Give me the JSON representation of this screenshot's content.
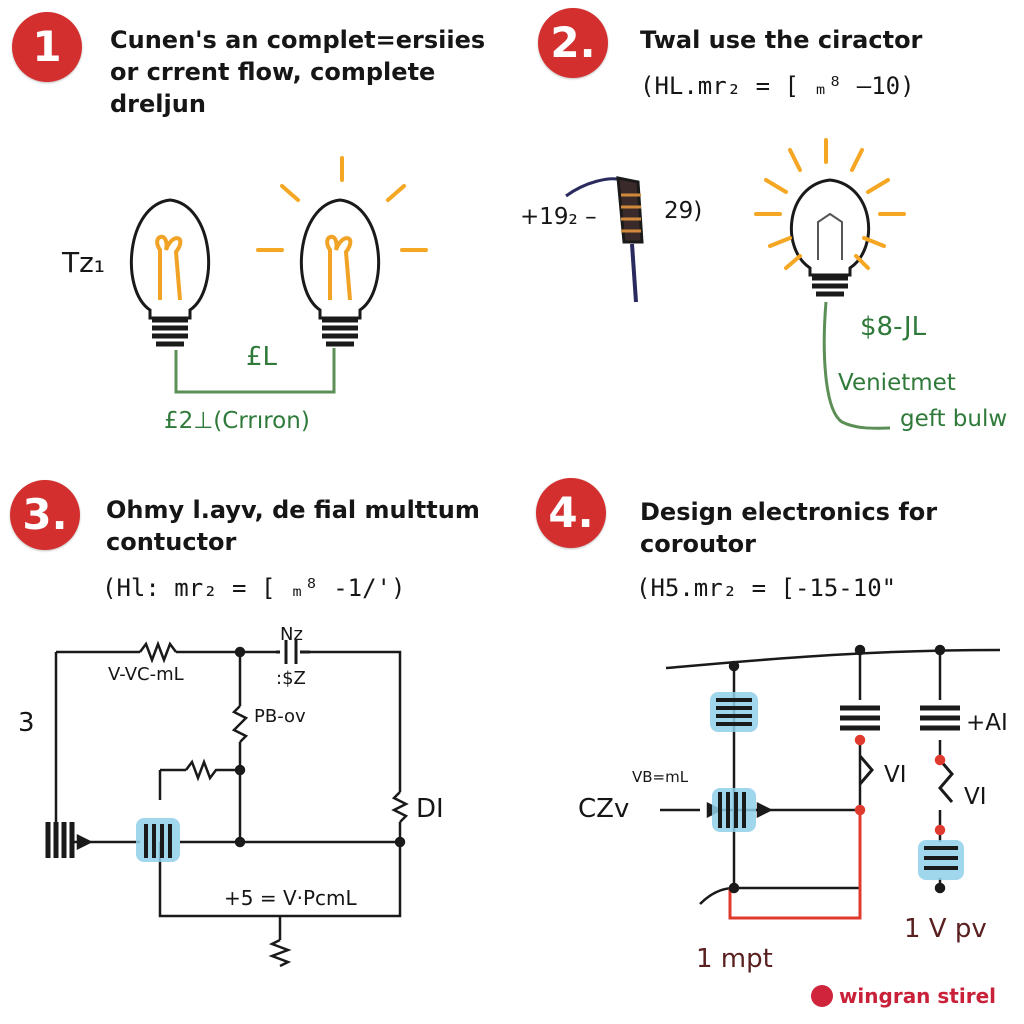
{
  "colors": {
    "badge": "#d32f2f",
    "wire": "#1a1a1a",
    "green_wire": "#5b8f56",
    "filament": "#f0a325",
    "rays": "#f5a623",
    "coil_highlight": "#8fd0ea",
    "red_wire": "#e03a2f",
    "logo": "#c9213a"
  },
  "panels": [
    {
      "number": "1",
      "heading_line1": "Cunen's an complet=ersiies",
      "heading_line2": "or crrent flow, complete",
      "heading_line3": "dreljun",
      "labels": {
        "left_bulb": "Tz₁",
        "wire_mid": "£L",
        "wire_bottom": "£2⊥(Crrıron)"
      },
      "icons": [
        "light-bulb-icon",
        "light-bulb-icon"
      ]
    },
    {
      "number": "2.",
      "heading_line1": "Twal use the ciractor",
      "formula": "(HL.mr₂ = [ ₘ⁸ –10)",
      "labels": {
        "left_value": "+19₂ –",
        "right_value": "29)",
        "bulb_label": "$8-JL",
        "note_line1": "Venietmet",
        "note_line2": "geft bulw"
      },
      "icons": [
        "resistor-icon",
        "light-bulb-icon"
      ]
    },
    {
      "number": "3.",
      "heading_line1": "Ohmy l.ayv, de fial multtum",
      "heading_line2": "contuctor",
      "formula": "(Hl: mr₂ = [ ₘ⁸ -1/')",
      "labels": {
        "left_number": "3",
        "top_resistor": "V-VC-mL",
        "cap_top": "Nz",
        "cap_bottom": ":$Z",
        "mid_resistor": "PB-ov",
        "right_resistor": "DI",
        "bottom_text": "+5 = V·PcmL"
      }
    },
    {
      "number": "4.",
      "heading_line1": "Design electronics for",
      "heading_line2": "coroutor",
      "formula": "(H5.mr₂ = [-15-10\"",
      "labels": {
        "input": "CZv",
        "input_small": "VB=mL",
        "coil_top_right": "+AI",
        "vi_mid": "VI",
        "vi_right": "VI",
        "bottom_left": "1 mpt",
        "bottom_right": "1 V pv"
      }
    }
  ],
  "logo_text": "wingran stirel"
}
